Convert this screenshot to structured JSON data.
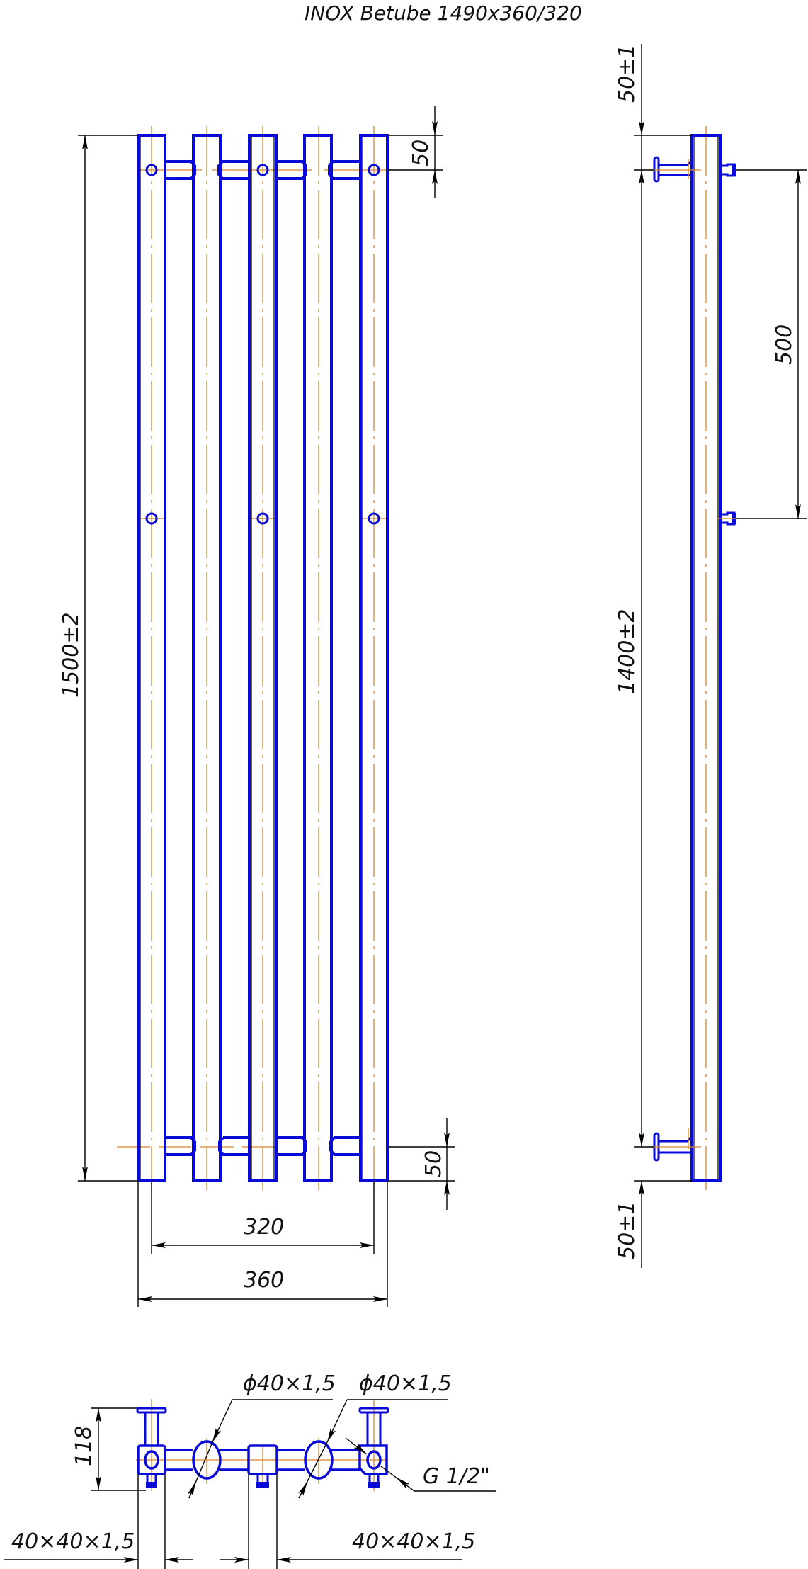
{
  "title": "INOX Betube 1490x360/320",
  "colors": {
    "part_outline": "#0a0ad8",
    "axis_line": "#d9862a",
    "dimension_line": "#000000",
    "background": "#ffffff"
  },
  "front_view": {
    "tube_count": 5,
    "dimensions": {
      "overall_height": "1500±2",
      "top_offset": "50",
      "bottom_offset": "50",
      "axis_spacing": "320",
      "overall_width": "360"
    }
  },
  "side_view": {
    "dimensions": {
      "top_bracket_offset": "50±1",
      "bracket_spacing": "500",
      "inlet_spacing": "1400±2",
      "bottom_bracket_offset": "50±1"
    }
  },
  "top_view": {
    "dimensions": {
      "depth": "118",
      "round_tube_left": "ϕ40×1,5",
      "round_tube_right": "ϕ40×1,5",
      "thread": "G 1/2\"",
      "square_tube_left": "40×40×1,5",
      "square_tube_right": "40×40×1,5"
    }
  }
}
